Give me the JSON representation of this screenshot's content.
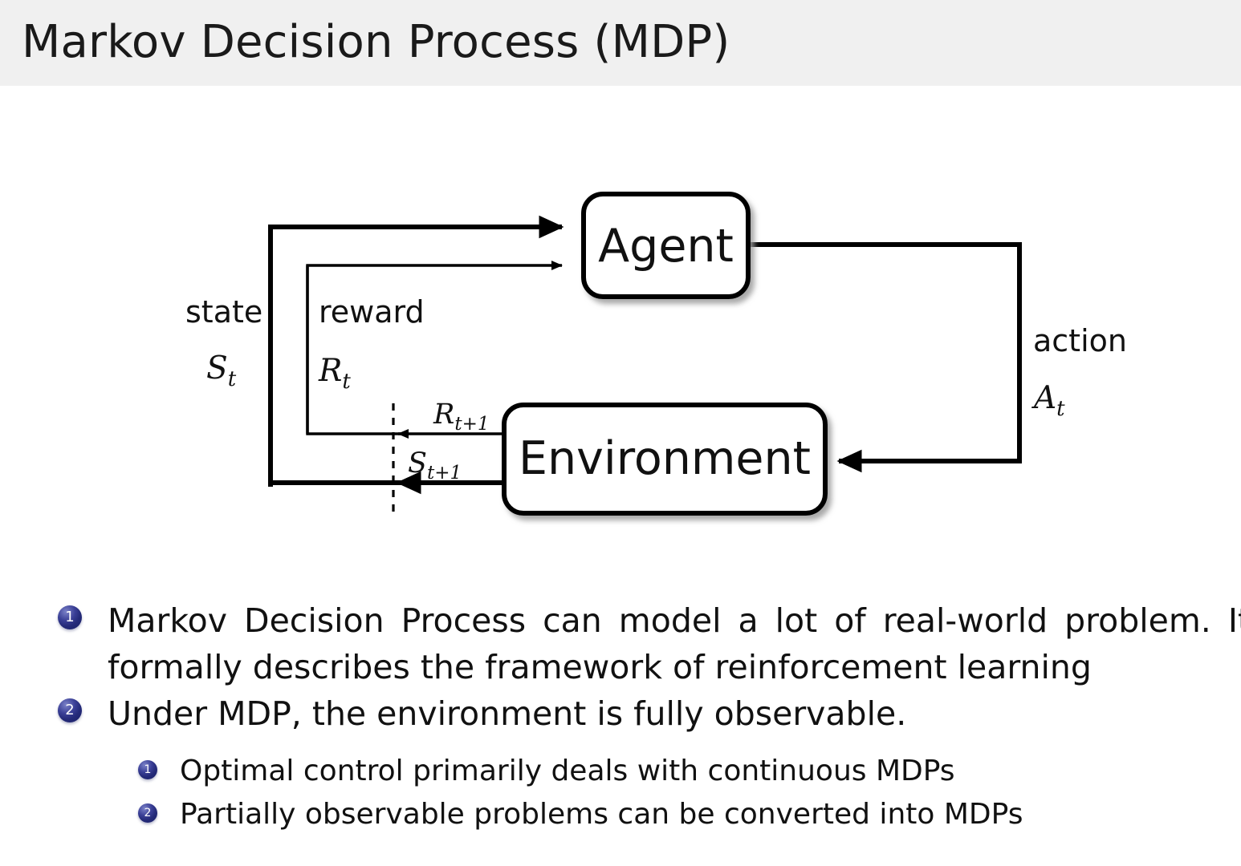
{
  "slide": {
    "title": "Markov Decision Process (MDP)",
    "header_bg": "#f0f0f0",
    "text_color": "#111111",
    "bullet_color": "#242a78"
  },
  "diagram": {
    "name": "agent-environment-interaction-loop",
    "nodes": [
      {
        "id": "agent",
        "label": "Agent"
      },
      {
        "id": "environment",
        "label": "Environment"
      }
    ],
    "edge_labels": {
      "state_word": "state",
      "state_symbol": "S",
      "state_sub": "t",
      "reward_word": "reward",
      "reward_symbol": "R",
      "reward_sub": "t",
      "action_word": "action",
      "action_symbol": "A",
      "action_sub": "t",
      "reward_next_symbol": "R",
      "reward_next_sub": "t+1",
      "state_next_symbol": "S",
      "state_next_sub": "t+1"
    }
  },
  "bullets": {
    "level1": [
      {
        "number": "1",
        "line1": "Markov Decision Process can model a lot of real-world problem. It",
        "line2": "formally describes the framework of reinforcement learning"
      },
      {
        "number": "2",
        "line1": "Under MDP, the environment is fully observable."
      }
    ],
    "level2": [
      {
        "number": "1",
        "text": "Optimal control primarily deals with continuous MDPs"
      },
      {
        "number": "2",
        "text": "Partially observable problems can be converted into MDPs"
      }
    ]
  }
}
